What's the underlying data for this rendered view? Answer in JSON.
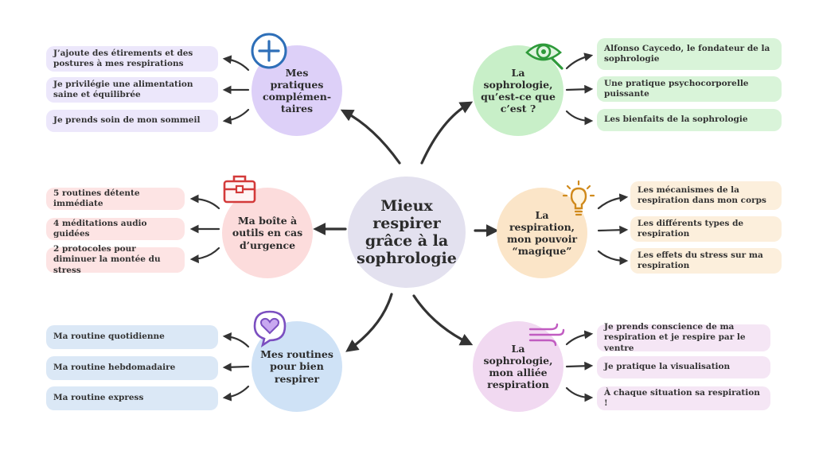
{
  "center": {
    "title": "Mieux respirer grâce à la sophrologie"
  },
  "branches": {
    "pratiques": {
      "title": "Mes pratiques complémen-taires",
      "items": [
        "J’ajoute des étirements et des postures à mes respirations",
        "Je privilégie une alimentation saine et équilibrée",
        "Je prends soin de mon sommeil"
      ]
    },
    "sophrologie": {
      "title": "La sophrologie, qu’est-ce que c’est ?",
      "items": [
        "Alfonso Caycedo, le fondateur de la sophrologie",
        "Une pratique psychocorporelle puissante",
        "Les bienfaits de la sophrologie"
      ]
    },
    "boite": {
      "title": "Ma boîte à outils en cas d’urgence",
      "items": [
        "5 routines détente immédiate",
        "4 méditations audio guidées",
        "2 protocoles pour diminuer la montée du stress"
      ]
    },
    "respiration": {
      "title": "La respiration, mon pouvoir “magique”",
      "items": [
        "Les mécanismes de la respiration dans mon corps",
        "Les différents types de respiration",
        "Les effets du stress sur ma respiration"
      ]
    },
    "routines": {
      "title": "Mes routines pour bien respirer",
      "items": [
        "Ma routine quotidienne",
        "Ma routine hebdomadaire",
        "Ma routine express"
      ]
    },
    "alliee": {
      "title": "La sophrologie, mon alliée respiration",
      "items": [
        "Je prends conscience de ma respiration et je respire par le ventre",
        "Je pratique la visualisation",
        "À chaque situation sa respiration !"
      ]
    }
  },
  "icons": {
    "pratiques": "plus-circle-icon",
    "sophrologie": "eye-magnifier-icon",
    "boite": "toolbox-icon",
    "respiration": "lightbulb-icon",
    "routines": "heart-bubble-icon",
    "alliee": "wind-icon"
  },
  "colors": {
    "purple": "#ddd0f8",
    "green": "#c8efc8",
    "red": "#fcdcdc",
    "orange": "#fbe5c8",
    "blue": "#cfe2f6",
    "pink": "#f1d9f1",
    "center": "#e3e1ef",
    "arrow": "#333333"
  }
}
